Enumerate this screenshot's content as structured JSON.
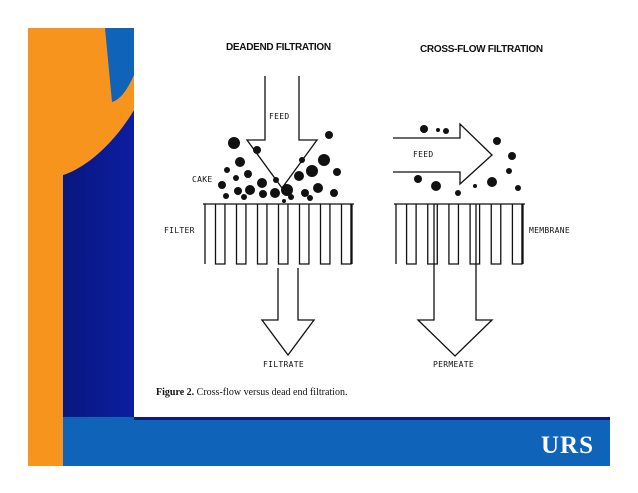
{
  "titles": {
    "deadend": "DEADEND FILTRATION",
    "crossflow": "CROSS-FLOW FILTRATION"
  },
  "labels": {
    "feed_left": "FEED",
    "feed_right": "FEED",
    "cake": "CAKE",
    "filter": "FILTER",
    "membrane": "MEMBRANE",
    "filtrate": "FILTRATE",
    "permeate": "PERMEATE"
  },
  "caption": {
    "prefix": "Figure 2.",
    "text": "Cross-flow versus dead end filtration."
  },
  "logo": "URS",
  "colors": {
    "orange": "#F7941D",
    "navy": "#0A1A8C",
    "blue": "#0F63B8",
    "ink": "#111111"
  }
}
